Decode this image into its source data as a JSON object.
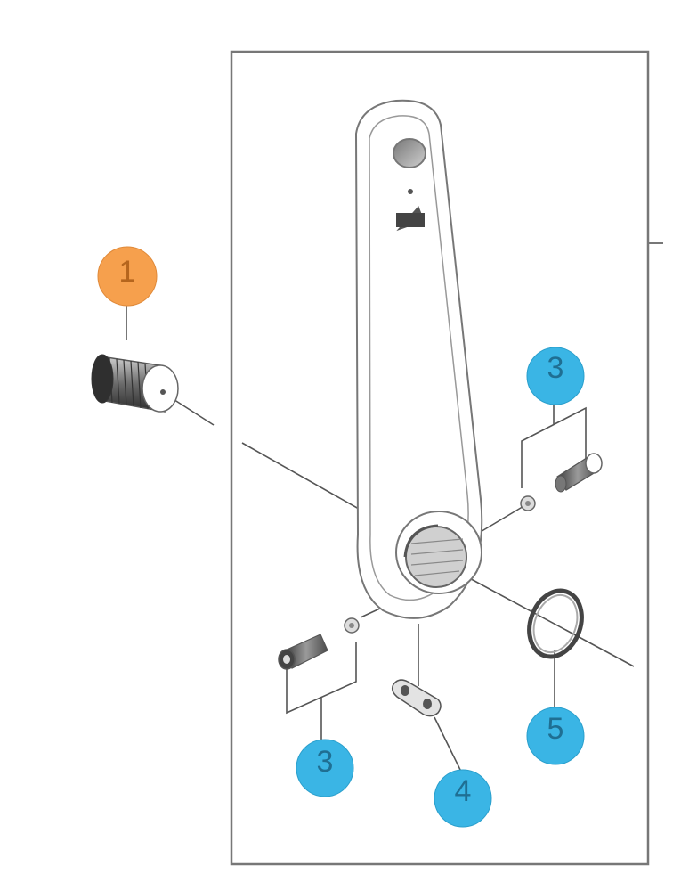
{
  "diagram": {
    "colors": {
      "orange": "#f6a04d",
      "blue": "#3ab5e5",
      "label_text_orange": "#b5651d",
      "label_text_blue": "#1f6f93",
      "line": "#555555",
      "frame": "#666666"
    },
    "callouts": [
      {
        "id": "callout-1",
        "label": "1",
        "color": "orange"
      },
      {
        "id": "callout-3-top",
        "label": "3",
        "color": "blue"
      },
      {
        "id": "callout-3-bottom",
        "label": "3",
        "color": "blue"
      },
      {
        "id": "callout-4",
        "label": "4",
        "color": "blue"
      },
      {
        "id": "callout-5",
        "label": "5",
        "color": "blue"
      }
    ],
    "parts": [
      {
        "id": "crank-arm",
        "icon": "crank-arm-icon"
      },
      {
        "id": "cap-bolt",
        "icon": "cap-bolt-icon"
      },
      {
        "id": "pinch-bolt-top",
        "icon": "pinch-bolt-icon"
      },
      {
        "id": "pinch-bolt-bottom",
        "icon": "pinch-bolt-icon"
      },
      {
        "id": "stopper-plate",
        "icon": "stopper-plate-icon"
      },
      {
        "id": "o-ring",
        "icon": "o-ring-icon"
      }
    ]
  }
}
